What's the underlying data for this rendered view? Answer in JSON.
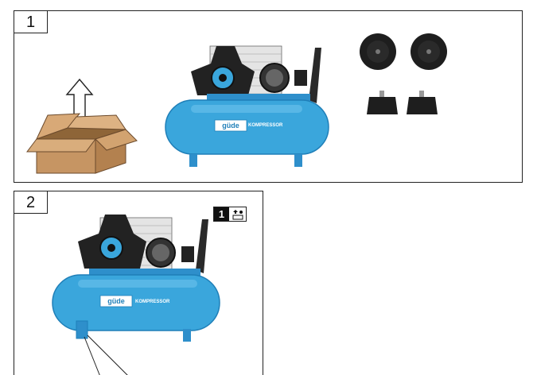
{
  "steps": [
    {
      "number": "1"
    },
    {
      "number": "2"
    }
  ],
  "reference_badge": {
    "number": "1",
    "icon": "package-contents-icon"
  },
  "compressor": {
    "brand": "güde",
    "model_text": "KOMPRESSOR"
  },
  "colors": {
    "tank_blue": "#3aa6dc",
    "tank_dark": "#1f7fb8",
    "cardboard": "#c89a6a",
    "rubber": "#1e1e1e"
  }
}
